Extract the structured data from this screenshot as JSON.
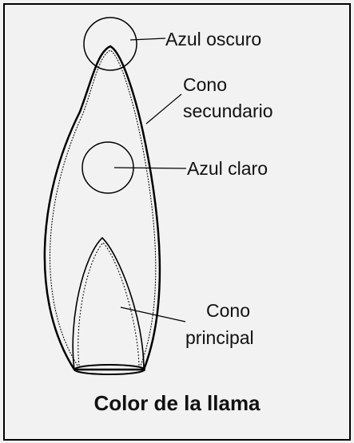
{
  "diagram": {
    "labels": {
      "dark_blue": "Azul oscuro",
      "secondary_cone_line1": "Cono",
      "secondary_cone_line2": "secundario",
      "light_blue": "Azul claro",
      "primary_cone_line1": "Cono",
      "primary_cone_line2": "principal"
    },
    "caption": "Color de la llama",
    "colors": {
      "background": "#f2f2f2",
      "stroke": "#000000"
    }
  }
}
